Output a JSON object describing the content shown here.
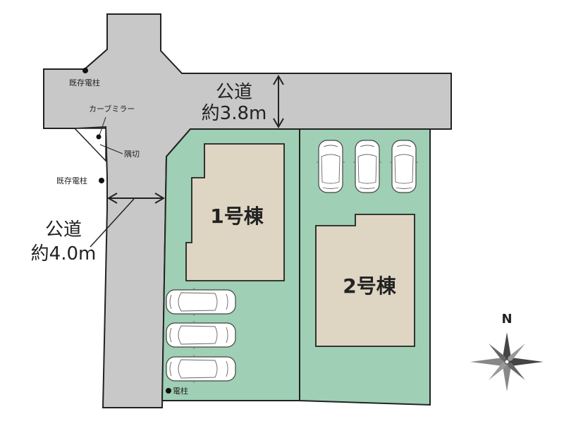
{
  "labels": {
    "top_road_name": "公道",
    "top_road_width": "約3.8m",
    "left_road_name": "公道",
    "left_road_width": "約4.0m",
    "pole_top": "既存電柱",
    "pole_left": "既存電柱",
    "pole_bottom": "電柱",
    "mirror": "カーブミラー",
    "corner_cut": "隅切",
    "building_1": "1号棟",
    "building_2": "2号棟",
    "compass_north": "N"
  },
  "colors": {
    "road": "#c8c8c8",
    "lot": "#9fcfb4",
    "building": "#ded5c3",
    "outline": "#222222"
  }
}
